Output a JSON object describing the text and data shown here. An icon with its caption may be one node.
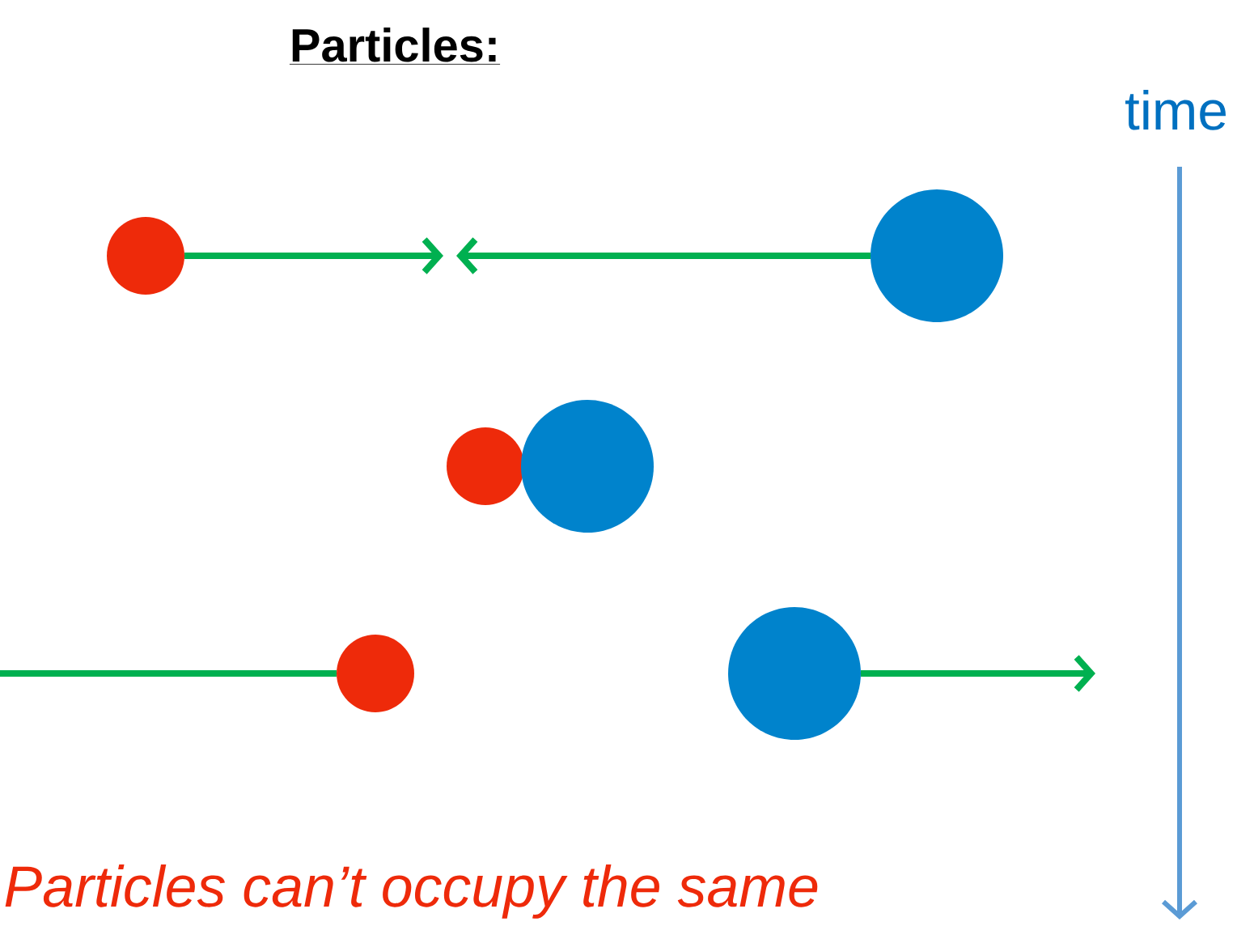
{
  "diagram": {
    "title": "Particles:",
    "nodes": [
      {
        "text": [],
        "shape": "circle"
      },
      {
        "text": [],
        "shape": "circle"
      },
      {
        "text": [],
        "shape": "circle"
      },
      {
        "text": [],
        "shape": "circle"
      },
      {
        "text": [],
        "shape": "circle"
      },
      {
        "text": [],
        "shape": "circle"
      }
    ],
    "labels": [
      "time",
      "Particles can’t occupy the same"
    ]
  }
}
